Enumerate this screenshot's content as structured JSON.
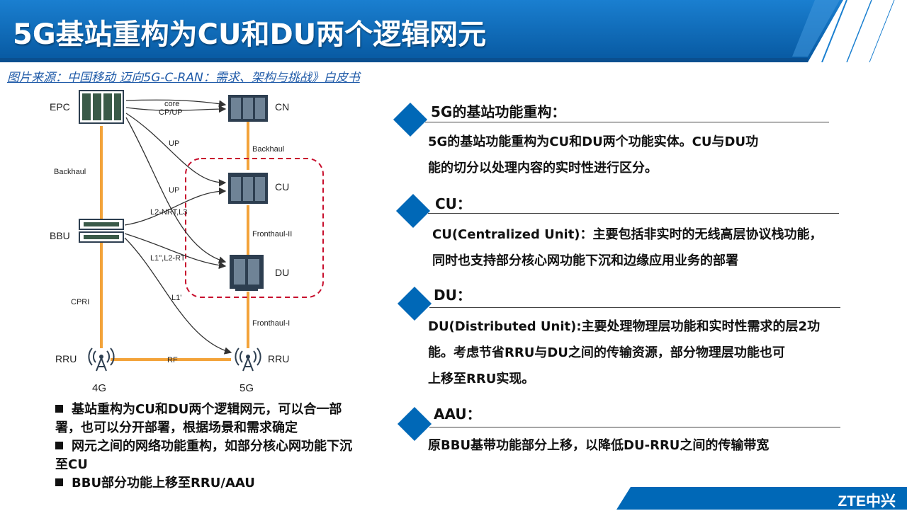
{
  "header": {
    "title": "5G基站重构为CU和DU两个逻辑网元"
  },
  "source": "图片来源：中国移动 迈向5G-C-RAN：需求、架构与挑战》白皮书",
  "diagram": {
    "nodes": {
      "epc": "EPC",
      "cn": "CN",
      "cu": "CU",
      "bbu": "BBU",
      "du": "DU",
      "rru4g": "RRU",
      "rru5g": "RRU"
    },
    "links": {
      "core": "core",
      "cpup": "CP/UP",
      "up1": "UP",
      "up2": "UP",
      "l2nrt": "L2-NRT,L3",
      "l1l2rt": "L1\",L2-RT",
      "l1p": "L1'",
      "backhaul_left": "Backhaul",
      "backhaul_right": "Backhaul",
      "fronthaul2": "Fronthaul-II",
      "fronthaul1": "Fronthaul-I",
      "cpri": "CPRI",
      "rf": "RF"
    },
    "generations": {
      "g4": "4G",
      "g5": "5G"
    },
    "colors": {
      "orange_link": "#f3a33a",
      "dashed_box": "#c8102e",
      "equipment": "#2d3e50"
    }
  },
  "bullets": [
    "基站重构为CU和DU两个逻辑网元，可以合一部署，也可以分开部署，根据场景和需求确定",
    "网元之间的网络功能重构，如部分核心网功能下沉至CU",
    "BBU部分功能上移至RRU/AAU"
  ],
  "sections": {
    "s1": {
      "title": "5G的基站功能重构：",
      "line1": "5G的基站功能重构为CU和DU两个功能实体。CU与DU功",
      "line2": "能的切分以处理内容的实时性进行区分。"
    },
    "s2": {
      "title": "CU：",
      "line1": "CU(Centralized Unit)：主要包括非实时的无线高层协议栈功能，",
      "line2": "同时也支持部分核心网功能下沉和边缘应用业务的部署"
    },
    "s3": {
      "title": "DU：",
      "line1": "DU(Distributed Unit):主要处理物理层功能和实时性需求的层2功",
      "line2": "能。考虑节省RRU与DU之间的传输资源，部分物理层功能也可",
      "line3": "上移至RRU实现。"
    },
    "s4": {
      "title": "AAU：",
      "line1": "原BBU基带功能部分上移，以降低DU-RRU之间的传输带宽"
    }
  },
  "footer": {
    "logo": "ZTE中兴"
  },
  "colors": {
    "brand_blue": "#0068b7",
    "header_dark": "#0b5aa5"
  }
}
